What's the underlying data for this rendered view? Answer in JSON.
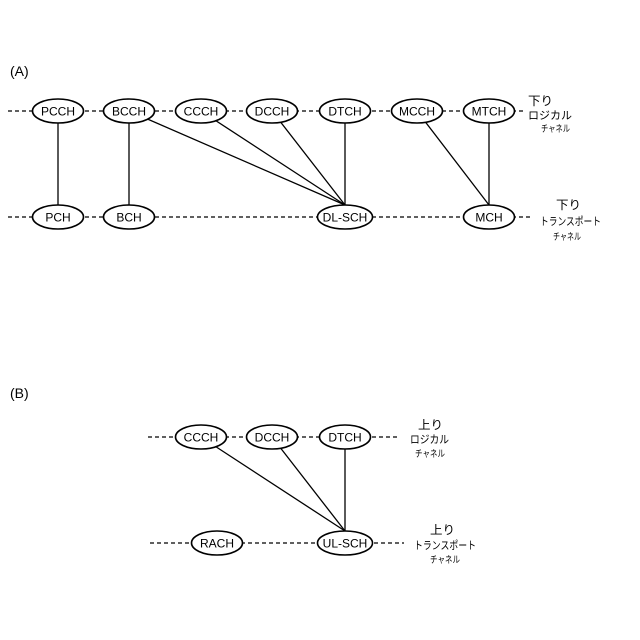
{
  "panels": [
    {
      "label": "(A)",
      "rows": [
        {
          "nodes": [
            "PCCH",
            "BCCH",
            "CCCH",
            "DCCH",
            "DTCH",
            "MCCH",
            "MTCH"
          ],
          "caption": [
            "下り",
            "ロジカル",
            "チャネル"
          ]
        },
        {
          "nodes": [
            "PCH",
            "BCH",
            "DL-SCH",
            "MCH"
          ],
          "caption": [
            "下り",
            "トランスポート",
            "チャネル"
          ]
        }
      ],
      "mappings": [
        [
          0,
          0
        ],
        [
          1,
          1
        ],
        [
          1,
          2
        ],
        [
          2,
          2
        ],
        [
          3,
          2
        ],
        [
          4,
          2
        ],
        [
          5,
          3
        ],
        [
          6,
          3
        ]
      ]
    },
    {
      "label": "(B)",
      "rows": [
        {
          "nodes": [
            "CCCH",
            "DCCH",
            "DTCH"
          ],
          "caption": [
            "上り",
            "ロジカル",
            "チャネル"
          ]
        },
        {
          "nodes": [
            "RACH",
            "UL-SCH"
          ],
          "caption": [
            "上り",
            "トランスポート",
            "チャネル"
          ]
        }
      ],
      "mappings": [
        [
          0,
          1
        ],
        [
          1,
          1
        ],
        [
          2,
          1
        ]
      ]
    }
  ]
}
